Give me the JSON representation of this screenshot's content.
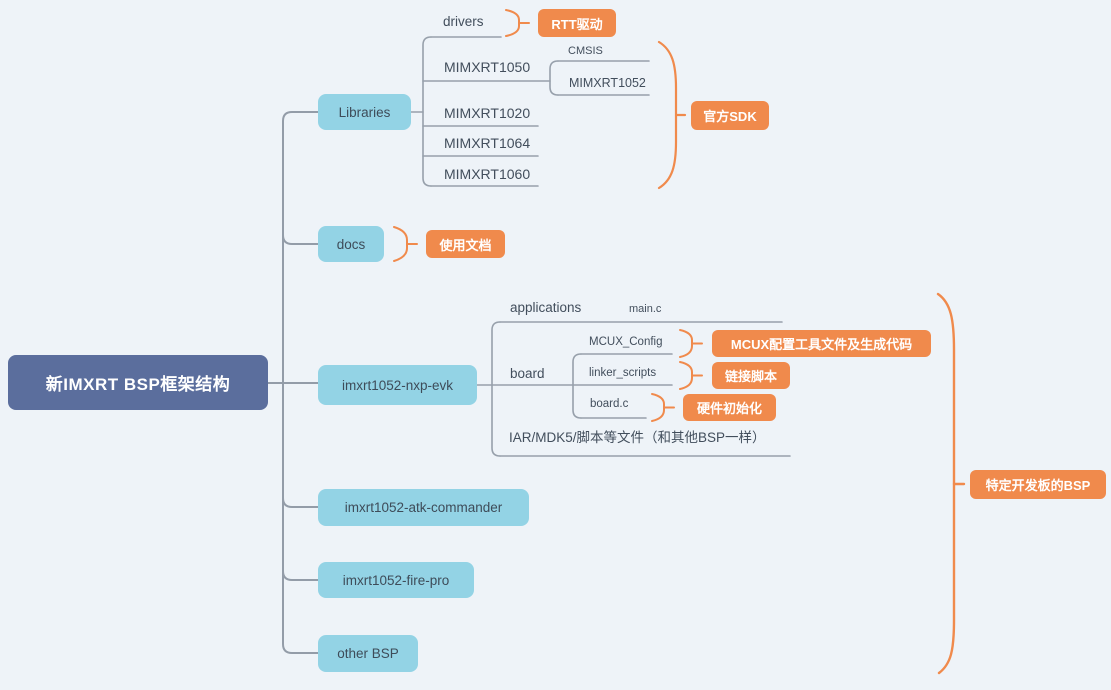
{
  "title": "新IMXRT BSP框架结构",
  "colors": {
    "background": "#eef3f8",
    "root_fill": "#5b6e9d",
    "branch_fill": "#93d3e5",
    "callout_fill": "#f08a4c",
    "connector_line": "#939ca8",
    "brace": "#f08a4c",
    "text_dark": "#3e4c59",
    "text_light": "#ffffff"
  },
  "root": {
    "label": "新IMXRT BSP框架结构"
  },
  "branches": [
    {
      "label": "Libraries",
      "group_callout": "官方SDK",
      "children": [
        {
          "label": "drivers",
          "callout": "RTT驱动"
        },
        {
          "label": "MIMXRT1050",
          "children": [
            {
              "label": "CMSIS"
            },
            {
              "label": "MIMXRT1052"
            }
          ]
        },
        {
          "label": "MIMXRT1020"
        },
        {
          "label": "MIMXRT1064"
        },
        {
          "label": "MIMXRT1060"
        }
      ]
    },
    {
      "label": "docs",
      "callout": "使用文档"
    },
    {
      "label": "imxrt1052-nxp-evk",
      "children": [
        {
          "label": "applications",
          "children": [
            {
              "label": "main.c"
            }
          ]
        },
        {
          "label": "board",
          "children": [
            {
              "label": "MCUX_Config",
              "callout": "MCUX配置工具文件及生成代码"
            },
            {
              "label": "linker_scripts",
              "callout": "链接脚本"
            },
            {
              "label": "board.c",
              "callout": "硬件初始化"
            }
          ]
        },
        {
          "label": "IAR/MDK5/脚本等文件（和其他BSP一样）"
        }
      ]
    },
    {
      "label": "imxrt1052-atk-commander"
    },
    {
      "label": "imxrt1052-fire-pro"
    },
    {
      "label": "other BSP"
    }
  ],
  "right_callout": "特定开发板的BSP"
}
